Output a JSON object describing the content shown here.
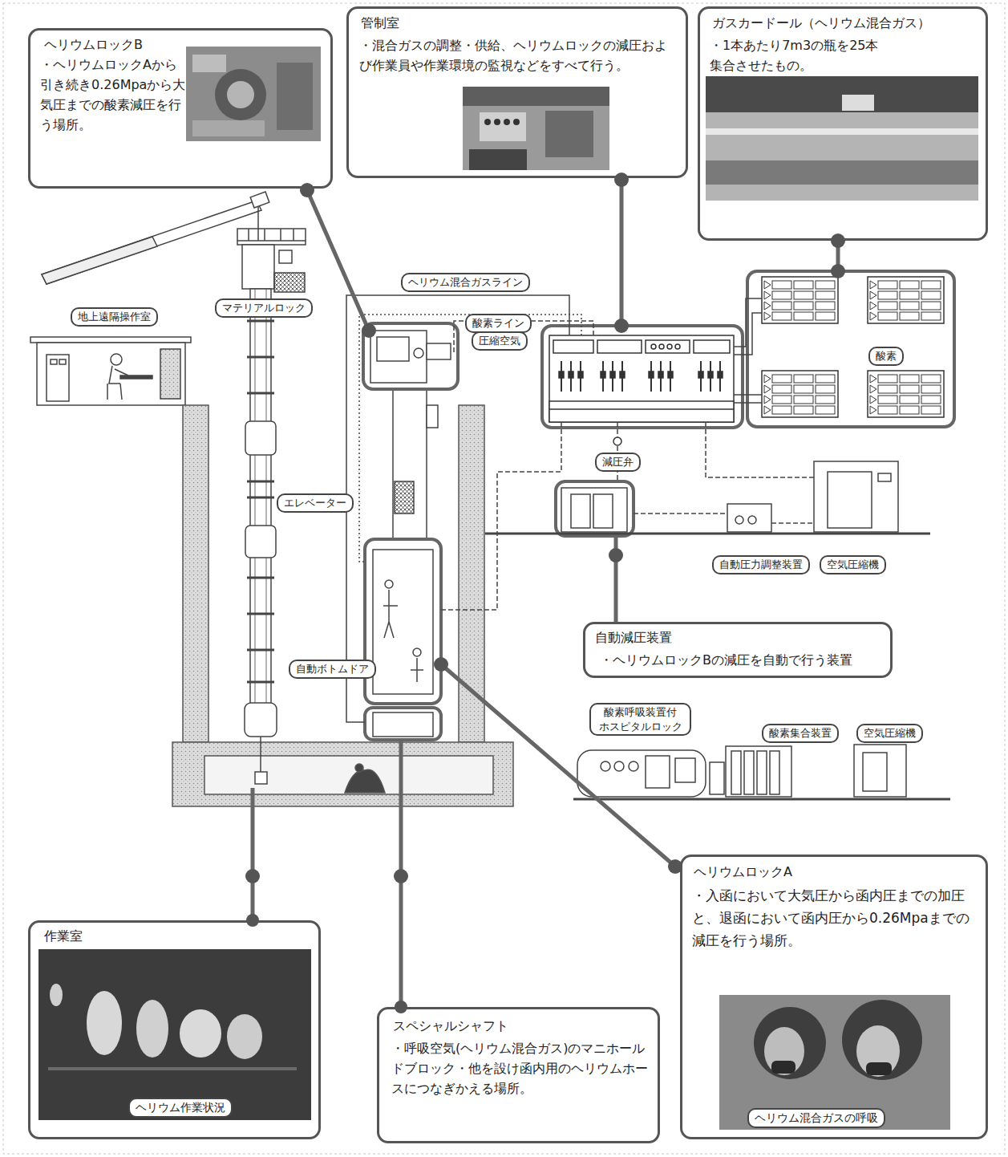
{
  "diagram": {
    "nodes": [
      {
        "text": [
          "ヘリウムロックB",
          "・ヘリウムロックAから引き続き0.26Mpaから大気圧までの酸素減圧を行う場所。"
        ]
      },
      {
        "text": [
          "管制室",
          "・混合ガスの調整・供給、ヘリウムロックの減圧および作業員や作業環境の監視などをすべて行う。"
        ]
      },
      {
        "text": [
          "ガスカードール（ヘリウム混合ガス）",
          "・1本あたり7m3の瓶を25本集合させたもの。"
        ]
      },
      {
        "text": [
          "マテリアルロック"
        ]
      },
      {
        "text": [
          "地上遠隔操作室"
        ]
      },
      {
        "text": [
          "ヘリウム混合ガスライン"
        ]
      },
      {
        "text": [
          "酸素ライン"
        ]
      },
      {
        "text": [
          "圧縮空気"
        ]
      },
      {
        "text": [
          "酸素"
        ]
      },
      {
        "text": [
          "エレベーター"
        ]
      },
      {
        "text": [
          "減圧弁"
        ]
      },
      {
        "text": [
          "自動圧力調整装置"
        ]
      },
      {
        "text": [
          "空気圧縮機"
        ]
      },
      {
        "text": [
          "自動減圧装置",
          "・ヘリウムロックBの減圧を自動で行う装置"
        ]
      },
      {
        "text": [
          "自動ボトムドア"
        ]
      },
      {
        "text": [
          "酸素呼吸装置付 ホスピタルロック"
        ]
      },
      {
        "text": [
          "酸素集合装置"
        ]
      },
      {
        "text": [
          "空気圧縮機"
        ]
      },
      {
        "text": [
          "ヘリウムロックA",
          "・入函において大気圧から函内圧までの加圧と、退函において函内圧から0.26Mpaまでの減圧を行う場所。"
        ]
      },
      {
        "text": [
          "ヘリウム混合ガスの呼吸"
        ],
        "in": 18
      },
      {
        "text": [
          "作業室"
        ]
      },
      {
        "text": [
          "ヘリウム作業状況"
        ],
        "in": 20
      },
      {
        "text": [
          "スペシャルシャフト",
          "・呼吸空気(ヘリウム混合ガス)のマニホールドブロック・他を設け函内用のヘリウムホースにつなぎかえる場所。"
        ]
      }
    ]
  }
}
